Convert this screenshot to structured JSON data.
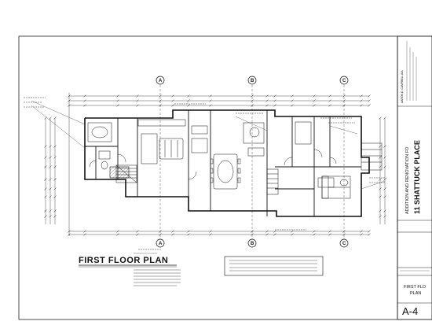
{
  "title_block": {
    "architect": "AARON D. CAMPBELL AIA",
    "project": "ADDITION AND RENOVATION FO",
    "address": "11 SHATTUCK PLACE",
    "sheet_title": "FIRST FLOOR PLAN",
    "sheet_title_line1": "FIRST FLO",
    "sheet_title_line2": "PLAN",
    "sheet_number": "A-4"
  },
  "plan": {
    "title": "FIRST FLOOR PLAN",
    "grid_labels": [
      "A",
      "B",
      "C"
    ]
  },
  "colors": {
    "ink": "#111111",
    "paper": "#ffffff",
    "hatch": "#555555"
  }
}
